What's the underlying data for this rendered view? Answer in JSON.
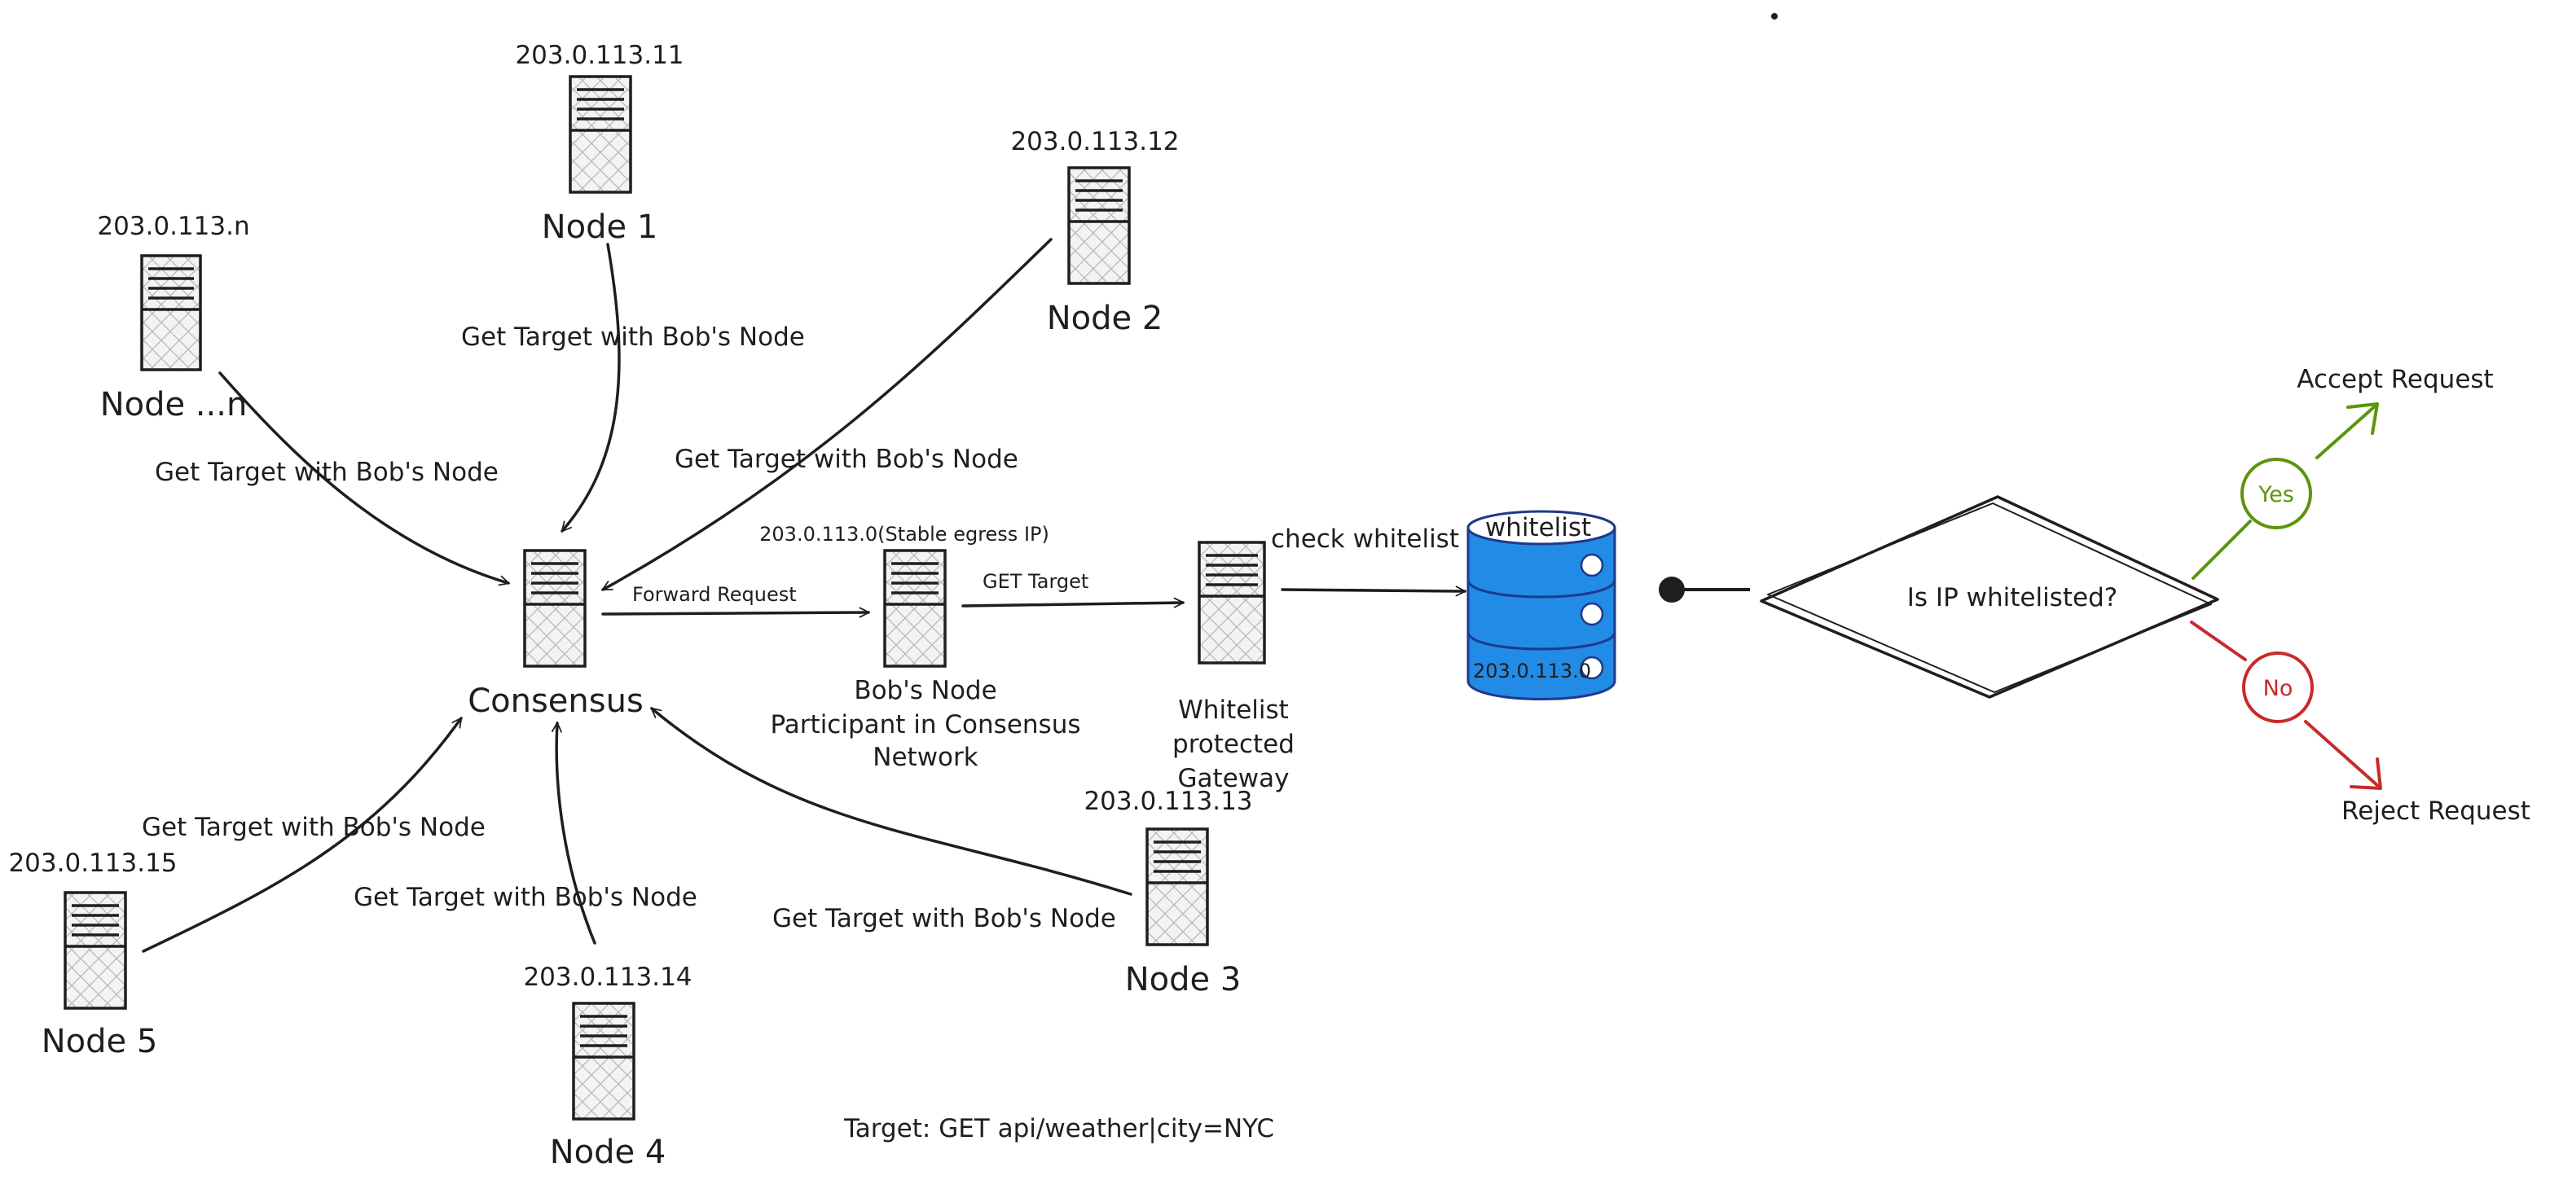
{
  "servers": {
    "node_n": {
      "ip": "203.0.113.n",
      "label": "Node ...n"
    },
    "node_1": {
      "ip": "203.0.113.11",
      "label": "Node 1"
    },
    "node_2": {
      "ip": "203.0.113.12",
      "label": "Node 2"
    },
    "node_3": {
      "ip": "203.0.113.13",
      "label": "Node 3"
    },
    "node_4": {
      "ip": "203.0.113.14",
      "label": "Node 4"
    },
    "node_5": {
      "ip": "203.0.113.15",
      "label": "Node 5"
    },
    "consensus": {
      "label": "Consensus"
    },
    "bobs_node": {
      "ip": "203.0.113.0(Stable egress IP)",
      "label_lines": [
        "Bob's Node",
        "Participant in Consensus",
        "Network"
      ]
    },
    "gateway": {
      "label_lines": [
        "Whitelist",
        "protected",
        "Gateway"
      ]
    }
  },
  "database": {
    "title": "whitelist",
    "entry": "203.0.113.0",
    "color": "#228be6"
  },
  "edges": {
    "get_target": "Get Target with Bob's Node",
    "forward_request": "Forward Request",
    "get_target_short": "GET Target",
    "check_whitelist": "check whitelist"
  },
  "decision": {
    "question": "Is IP whitelisted?",
    "yes": "Yes",
    "no": "No",
    "accept": "Accept Request",
    "reject": "Reject Request",
    "yes_color": "#5c940d",
    "no_color": "#c92a2a"
  },
  "footer": "Target: GET api/weather|city=NYC"
}
